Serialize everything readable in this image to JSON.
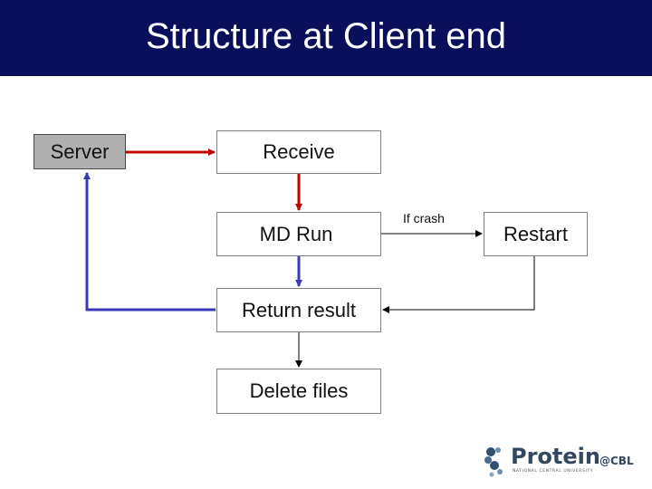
{
  "title": "Structure at Client end",
  "diagram": {
    "nodes": {
      "server": "Server",
      "receive": "Receive",
      "md_run": "MD Run",
      "return_result": "Return result",
      "delete_files": "Delete files",
      "restart": "Restart"
    },
    "edge_labels": {
      "if_crash": "If crash"
    },
    "colors": {
      "title_bar": "#0a0f5c",
      "red_edge": "#c00000",
      "blue_edge": "#3a3ab8",
      "black_edge": "#000000"
    }
  },
  "logo": {
    "word": "Protein",
    "suffix": "@CBL",
    "subtitle": "NATIONAL CENTRAL UNIVERSITY"
  }
}
